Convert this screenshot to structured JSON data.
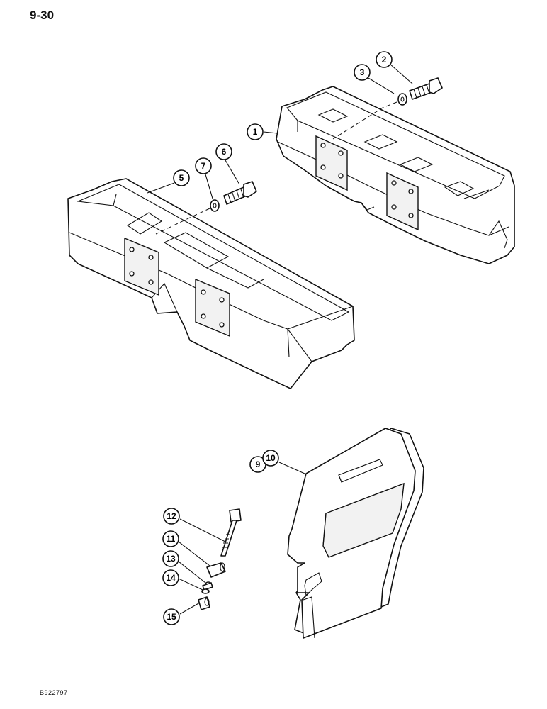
{
  "page": {
    "number": "9-30",
    "figure_code": "B922797"
  },
  "callouts": [
    {
      "id": "c1",
      "label": "1"
    },
    {
      "id": "c2",
      "label": "2"
    },
    {
      "id": "c3",
      "label": "3"
    },
    {
      "id": "c5",
      "label": "5"
    },
    {
      "id": "c6",
      "label": "6"
    },
    {
      "id": "c7",
      "label": "7"
    },
    {
      "id": "c9",
      "label": "9"
    },
    {
      "id": "c10",
      "label": "10"
    },
    {
      "id": "c11",
      "label": "11"
    },
    {
      "id": "c12",
      "label": "12"
    },
    {
      "id": "c13",
      "label": "13"
    },
    {
      "id": "c14",
      "label": "14"
    },
    {
      "id": "c15",
      "label": "15"
    }
  ]
}
